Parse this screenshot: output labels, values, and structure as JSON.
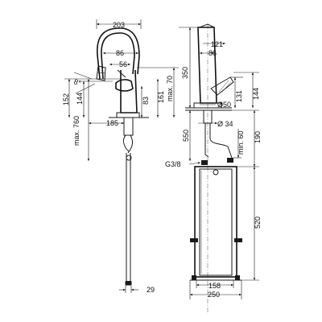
{
  "labels": {
    "w203": "203",
    "w86a": "86",
    "w56": "56",
    "h152": "152",
    "h144a": "144",
    "max70": "max. 70",
    "h350": "350",
    "w121": "121",
    "w86b": "86",
    "h131": "131",
    "h144b": "144",
    "d50": "Ø50",
    "h83": "83",
    "h161": "161",
    "ang": "8°",
    "max760": "max. 760",
    "w185": "185",
    "d34": "Ø 34",
    "h550": "550",
    "min60": "min. 60",
    "h190": "190",
    "g38": "G3/8",
    "h520": "520",
    "w29": "29",
    "w158": "158",
    "w250": "250"
  }
}
